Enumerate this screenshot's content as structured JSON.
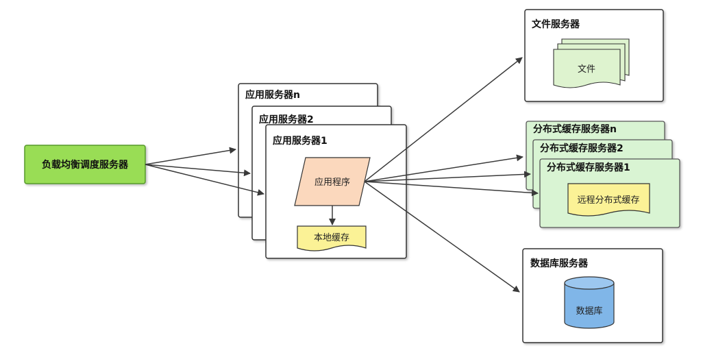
{
  "load_balancer": {
    "label": "负载均衡调度服务器"
  },
  "app_servers": {
    "titles": [
      "应用服务器n",
      "应用服务器2",
      "应用服务器1"
    ],
    "app_label": "应用程序",
    "local_cache_label": "本地缓存"
  },
  "file_server": {
    "title": "文件服务器",
    "file_label": "文件"
  },
  "cache_servers": {
    "titles": [
      "分布式缓存服务器n",
      "分布式缓存服务器2",
      "分布式缓存服务器1"
    ],
    "remote_cache_label": "远程分布式缓存"
  },
  "db_server": {
    "title": "数据库服务器",
    "db_label": "数据库"
  },
  "colors": {
    "load_balancer_fill": "#99dd55",
    "load_balancer_stroke": "#55992a",
    "app_program_fill": "#fbd8bd",
    "cache_doc_fill": "#fbf296",
    "file_doc_fill": "#def3cf",
    "cache_server_fill": "#d9f4d3",
    "db_fill": "#80b6e8",
    "arrow": "#3a3a3a"
  }
}
